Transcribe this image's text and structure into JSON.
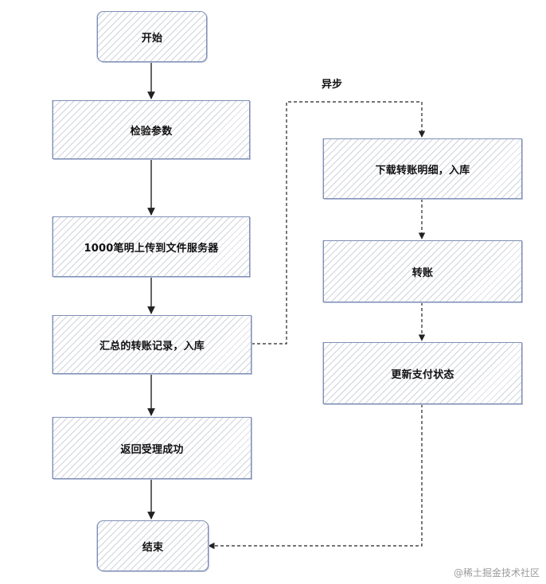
{
  "nodes": {
    "start": "开始",
    "validate": "检验参数",
    "upload": "1000笔明上传到文件服务器",
    "summary": "汇总的转账记录，入库",
    "return_success": "返回受理成功",
    "end": "结束",
    "download": "下载转账明细，入库",
    "transfer": "转账",
    "update_status": "更新支付状态"
  },
  "labels": {
    "async": "异步"
  },
  "watermark": "@稀土掘金技术社区",
  "colors": {
    "node_border": "#7f8fb5",
    "arrow": "#222222"
  }
}
